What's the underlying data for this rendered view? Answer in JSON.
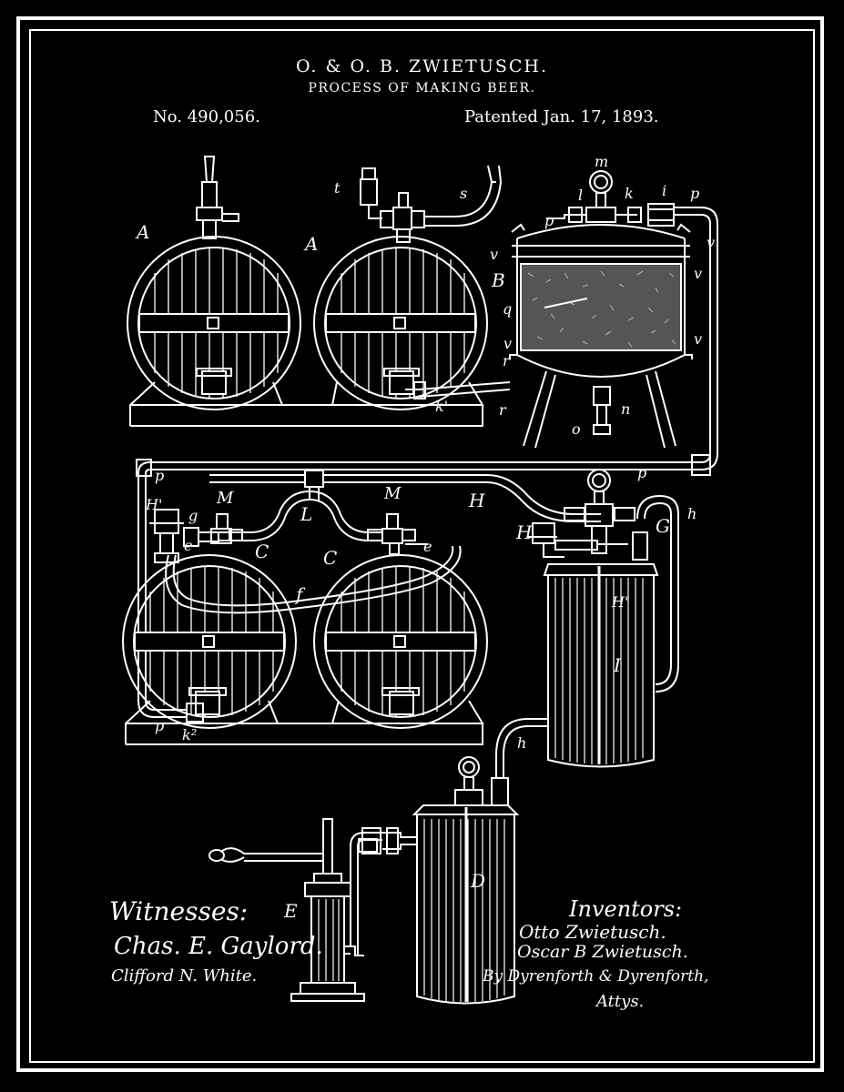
{
  "header": {
    "inventors": "O. & O. B. ZWIETUSCH.",
    "subject": "PROCESS OF MAKING BEER.",
    "patent_number": "No. 490,056.",
    "patent_date": "Patented Jan. 17, 1893."
  },
  "labels": {
    "A1": "A",
    "A2": "A",
    "B": "B",
    "C1": "C",
    "C2": "C",
    "D": "D",
    "E": "E",
    "G": "G",
    "H": "H",
    "H2": "H",
    "H3": "H'",
    "H4": "H'",
    "I": "I",
    "L": "L",
    "M1": "M",
    "M2": "M",
    "e1": "e",
    "e2": "e",
    "f": "f",
    "g": "g",
    "h1": "h",
    "h2": "h",
    "i": "i",
    "k": "k",
    "k1": "k'",
    "k2": "k²",
    "l": "l",
    "m": "m",
    "n": "n",
    "o": "o",
    "p1": "p",
    "p2": "p",
    "p3": "p",
    "p4": "p",
    "p5": "p",
    "q": "q",
    "r1": "r",
    "r2": "r",
    "s": "s",
    "t": "t",
    "v1": "v",
    "v2": "v",
    "v3": "v",
    "v4": "v",
    "v5": "v"
  },
  "signatures": {
    "witnesses_label": "Witnesses:",
    "witness1": "Chas. E. Gaylord.",
    "witness2": "Clifford N. White.",
    "inventors_label": "Inventors:",
    "inventor1": "Otto Zwietusch.",
    "inventor2": "Oscar B Zwietusch.",
    "attorneys_line": "By Dyrenforth & Dyrenforth,",
    "attorneys_label": "Attys."
  }
}
